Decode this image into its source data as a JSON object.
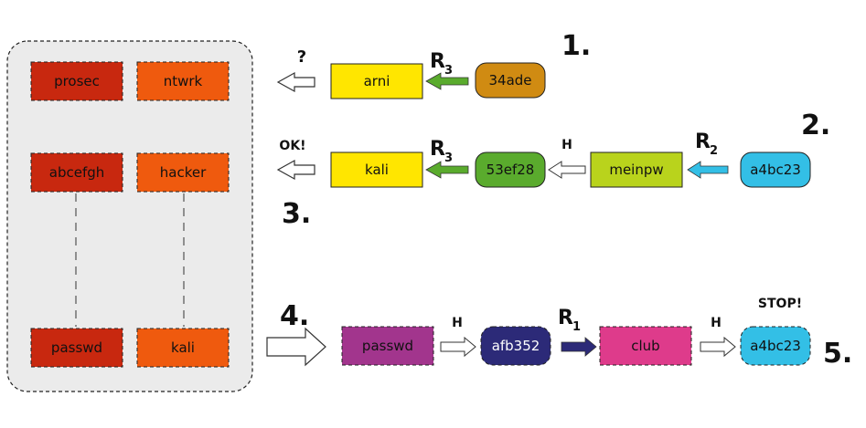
{
  "colors": {
    "table_bg": "#ebebeb",
    "red": "#c8280f",
    "orange": "#ef5a0e",
    "yellow": "#ffe600",
    "amber": "#d08b12",
    "green": "#5aab2d",
    "lime": "#b9d31c",
    "cyan": "#33bfe6",
    "purple": "#a2358d",
    "navy": "#2c2a78",
    "pink": "#de3b8b"
  },
  "table": {
    "rows": [
      {
        "start": "prosec",
        "end": "ntwrk"
      },
      {
        "start": "abcefgh",
        "end": "hacker"
      },
      {
        "start": "passwd",
        "end": "kali"
      }
    ]
  },
  "chain1": {
    "step": "1.",
    "hash": "34ade",
    "reduction": "R",
    "reduction_index": "3",
    "plain": "arni",
    "result": "?"
  },
  "chain2": {
    "step": "2.",
    "hash": "a4bc23",
    "reduction": "R",
    "reduction_index": "2",
    "plain": "meinpw",
    "hash_op": "H",
    "hash2": "53ef28",
    "reduction2": "R",
    "reduction2_index": "3",
    "plain2": "kali",
    "result": "OK!"
  },
  "step3": "3.",
  "chain4": {
    "step": "4.",
    "plain": "passwd",
    "hash_op": "H",
    "hash": "afb352",
    "reduction": "R",
    "reduction_index": "1",
    "plain2": "club",
    "hash_op2": "H",
    "hash2": "a4bc23",
    "result": "STOP!"
  },
  "step5": "5."
}
